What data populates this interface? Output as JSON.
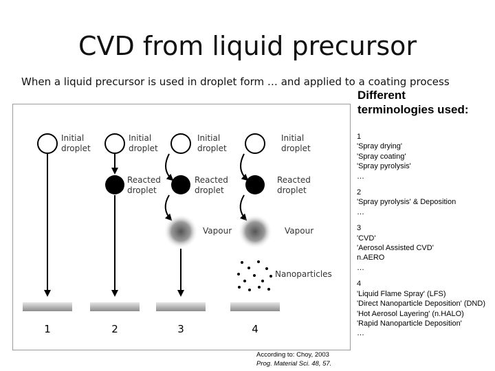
{
  "header": {
    "title": "CVD from liquid precursor",
    "subtitle": "When a liquid precursor is used in droplet form … and applied to a coating process"
  },
  "diagram": {
    "labels": {
      "initial_droplet_1": "Initial",
      "initial_droplet_2": "droplet",
      "reacted_droplet_1": "Reacted",
      "reacted_droplet_2": "droplet",
      "vapour": "Vapour",
      "nanoparticles": "Nanoparticles"
    },
    "columns": [
      "1",
      "2",
      "3",
      "4"
    ]
  },
  "citation": {
    "line1": "According to: Choy, 2003",
    "line2": "Prog. Material Sci. 48, 57."
  },
  "terminologies": {
    "heading_line1": "Different",
    "heading_line2": "terminologies used:",
    "groups": [
      {
        "number": "1",
        "items": [
          "'Spray drying'",
          "'Spray coating'",
          "'Spray pyrolysis'",
          "…"
        ]
      },
      {
        "number": "2",
        "items": [
          "'Spray pyrolysis' & Deposition",
          "…"
        ]
      },
      {
        "number": "3",
        "items": [
          "'CVD'",
          "'Aerosol Assisted CVD'",
          "n.AERO",
          "…"
        ]
      },
      {
        "number": "4",
        "items": [
          "'Liquid Flame Spray' (LFS)",
          "'Direct Nanoparticle Deposition' (DND)",
          "'Hot Aerosol Layering' (n.HALO)",
          "'Rapid Nanoparticle Deposition'",
          "…"
        ]
      }
    ]
  }
}
